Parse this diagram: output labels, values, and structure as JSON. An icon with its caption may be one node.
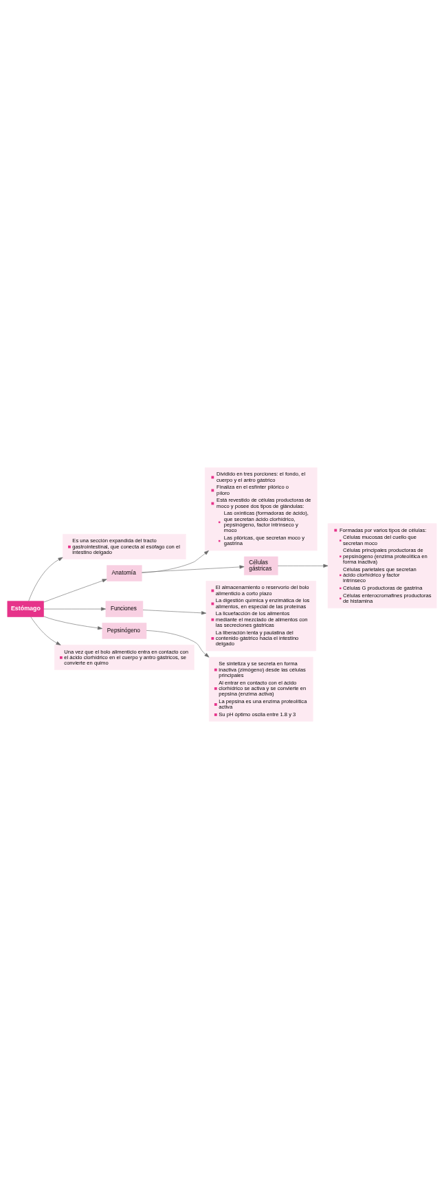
{
  "diagram": {
    "nodes": [
      {
        "text": [
          "Estómago"
        ]
      },
      {
        "text": [
          "Es una sección expandida del tracto gastrointestinal, que conecta al esófago con el intestino delgado"
        ]
      },
      {
        "text": [
          "Anatomía"
        ]
      },
      {
        "text": [
          "Dividido en tres porciones: el fondo, el cuerpo y el antro gástrico",
          "Finaliza en el esfínter pilórico o píloro",
          "Está revestido de células productoras de moco y posee dos tipos de glándulas:",
          "Las oxínticas (formadoras de ácido), que secretan ácido clorhídrico, pepsinógeno, factor intrínseco y moco",
          "Las pilóricas, que secretan moco y gastrina"
        ]
      },
      {
        "text": [
          "Células gástricas"
        ]
      },
      {
        "text": [
          "Formadas por varios tipos de células:",
          "Células mucosas del cuello que secretan moco",
          "Células principales productoras de pepsinógeno (enzima proteolítica en forma inactiva)",
          "Células parietales que secretan ácido clorhídrico y factor intrínseco",
          "Células G productoras de gastrina",
          "Células enterocromafines productoras de histamina"
        ]
      },
      {
        "text": [
          "Funciones"
        ]
      },
      {
        "text": [
          "El almacenamiento o reservorio del bolo alimenticio a corto plazo",
          "La digestión química y enzimática de los alimentos, en especial de las proteínas",
          "La licuefacción de los alimentos mediante el mezclado de alimentos con las secreciones gástricas",
          "La liberación lenta y paulatina del contenido gástrico hacia el intestino delgado"
        ]
      },
      {
        "text": [
          "Pepsinógeno"
        ]
      },
      {
        "text": [
          "Se sintetiza y se secreta en forma inactiva (zimógeno) desde las células principales",
          "Al entrar en contacto con el ácido clorhídrico se activa y se convierte en pepsina (enzima activa)",
          "La pepsina es una enzima proteolítica activa",
          "Su pH óptimo oscila entre 1.8 y 3"
        ]
      },
      {
        "text": [
          "Una vez que el bolo alimenticio entra en contacto con el ácido clorhídrico en el cuerpo y antro gástricos, se convierte en quimo"
        ]
      }
    ],
    "edges": [
      {
        "from": 0,
        "to": 1,
        "arrow": "to"
      },
      {
        "from": 0,
        "to": 2,
        "arrow": "to"
      },
      {
        "from": 2,
        "to": 3,
        "arrow": "to"
      },
      {
        "from": 2,
        "to": 4,
        "arrow": "to"
      },
      {
        "from": 4,
        "to": 5,
        "arrow": "to"
      },
      {
        "from": 0,
        "to": 6,
        "arrow": "to"
      },
      {
        "from": 6,
        "to": 7,
        "arrow": "to"
      },
      {
        "from": 0,
        "to": 8,
        "arrow": "to"
      },
      {
        "from": 8,
        "to": 9,
        "arrow": "to"
      },
      {
        "from": 0,
        "to": 10,
        "arrow": "to"
      }
    ]
  }
}
